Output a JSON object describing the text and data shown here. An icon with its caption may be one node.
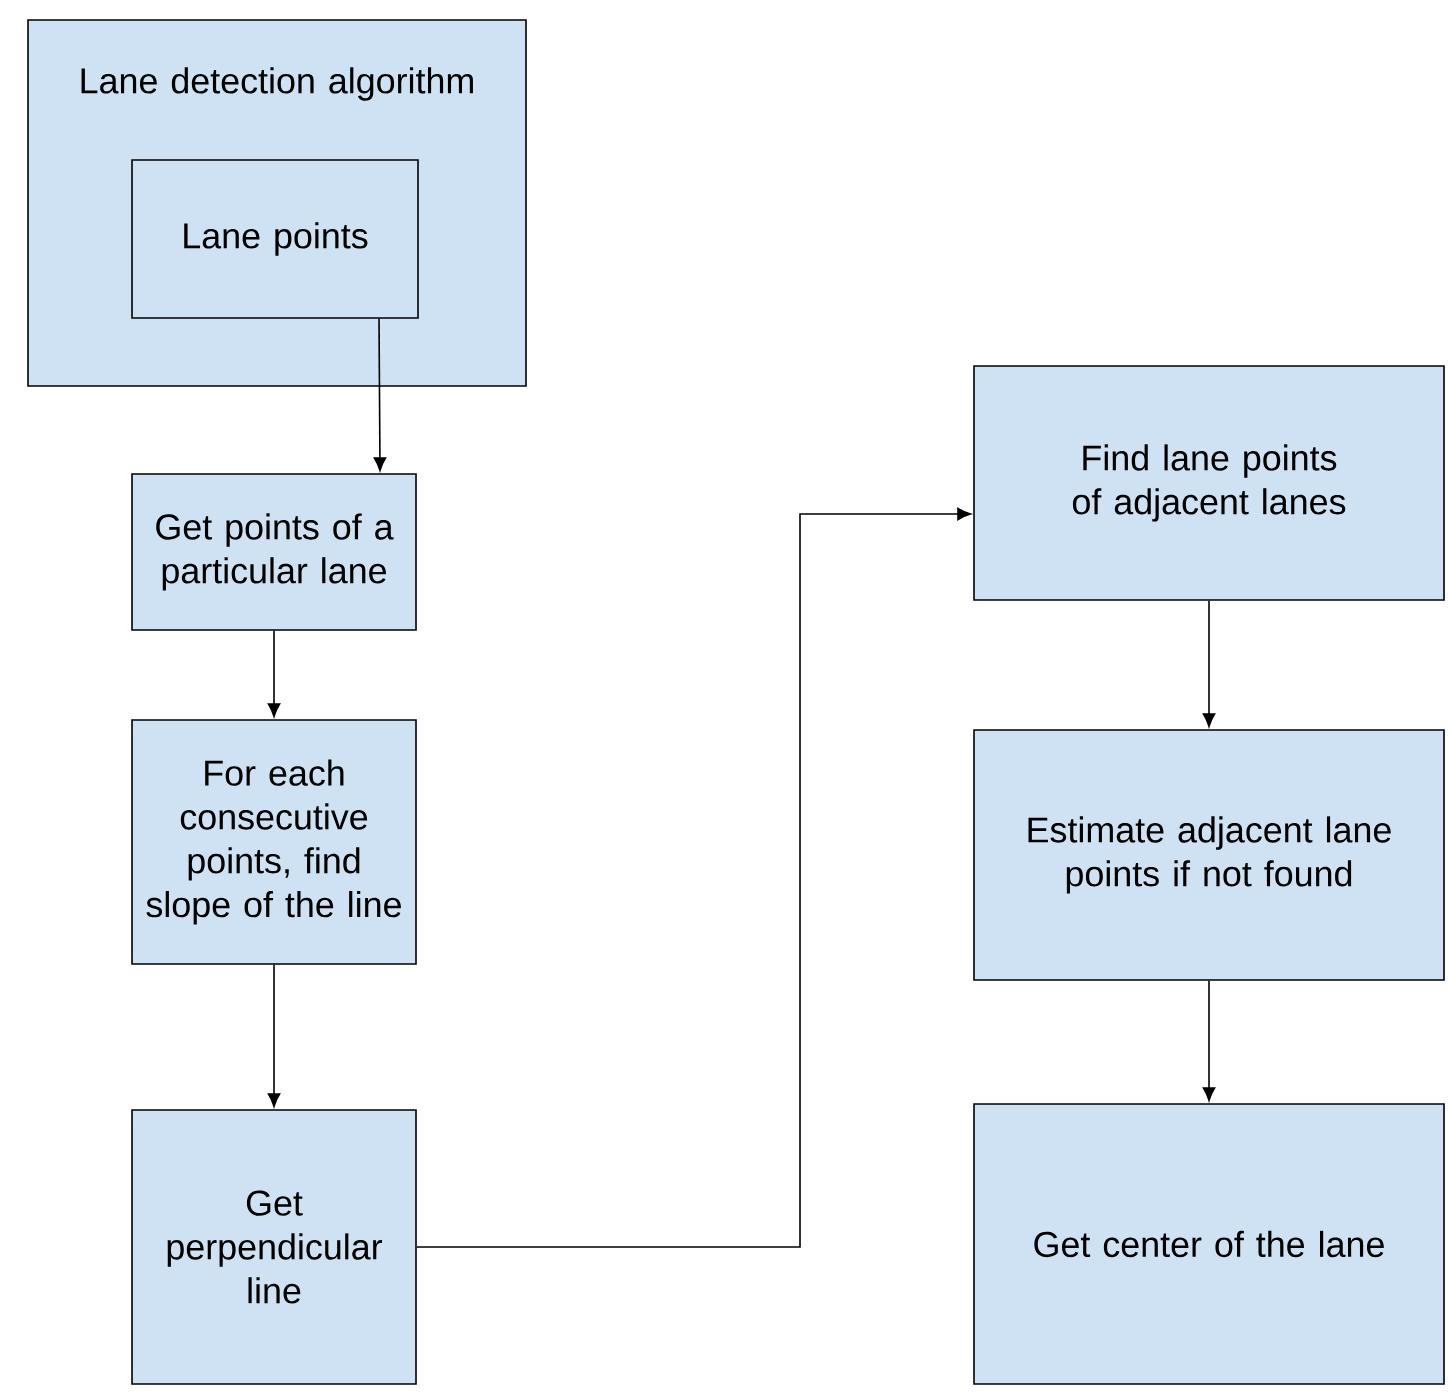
{
  "diagram": {
    "nodes": [
      {
        "text": [
          "Lane detection algorithm"
        ]
      },
      {
        "text": [
          "Lane points"
        ],
        "in": 0
      },
      {
        "text": [
          "Get points of a particular lane"
        ]
      },
      {
        "text": [
          "For each consecutive points, find slope of the line"
        ]
      },
      {
        "text": [
          "Get perpendicular line"
        ]
      },
      {
        "text": [
          "Find lane points of adjacent lanes"
        ]
      },
      {
        "text": [
          "Estimate adjacent lane points if not found"
        ]
      },
      {
        "text": [
          "Get center of the lane"
        ]
      }
    ],
    "edges": [
      {
        "from": 1,
        "to": 2,
        "arrow": "to"
      },
      {
        "from": 2,
        "to": 3,
        "arrow": "to"
      },
      {
        "from": 3,
        "to": 4,
        "arrow": "to"
      },
      {
        "from": 4,
        "to": 5,
        "arrow": "to"
      },
      {
        "from": 5,
        "to": 6,
        "arrow": "to"
      },
      {
        "from": 6,
        "to": 7,
        "arrow": "to"
      }
    ]
  }
}
